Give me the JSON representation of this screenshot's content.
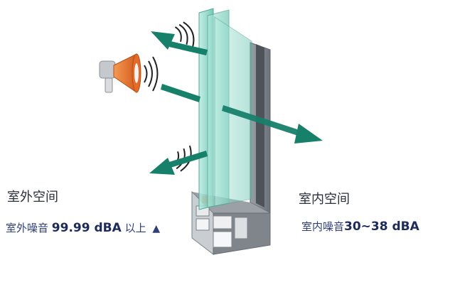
{
  "outdoor": {
    "space_label": "室外空间",
    "noise_prefix": "室外噪音",
    "noise_value": "99.99 dBA",
    "noise_suffix": "以上",
    "arrow_glyph": "▲"
  },
  "indoor": {
    "space_label": "室内空间",
    "noise_prefix": "室内噪音",
    "noise_value": "30~38 dBA"
  },
  "colors": {
    "arrow_green": "#17806a",
    "glass": "#8fd6c8",
    "frame": "#8e9499",
    "text": "#2e3f7a",
    "megaphone": "#e8742c"
  },
  "icons": {
    "megaphone": "megaphone-icon",
    "sound_waves": "sound-wave-icon"
  }
}
